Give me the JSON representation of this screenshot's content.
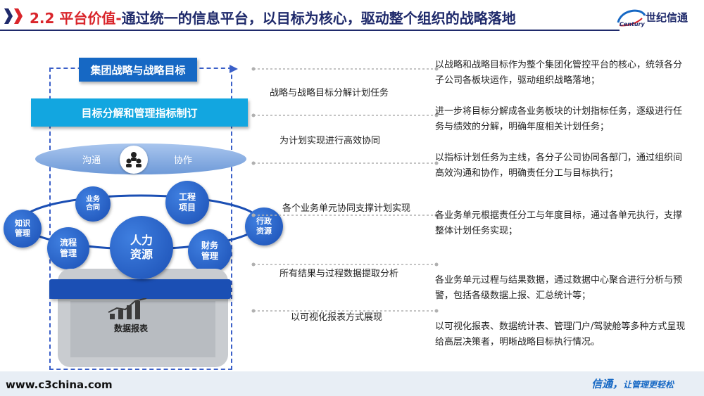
{
  "header": {
    "title_prefix": "2.2 平台价值-",
    "title_main": "通过统一的信息平台，以目标为核心，驱动整个组织的战略落地",
    "logo_text": "世纪信通",
    "logo_sub": "Century"
  },
  "diagram": {
    "bar_strategy": "集团战略与战略目标",
    "bar_decompose": "目标分解和管理指标制订",
    "comm": "沟通",
    "coop": "协作",
    "circles": {
      "knowledge": "知识\n管理",
      "business": "业务\n合同",
      "project": "工程\n项目",
      "admin": "行政\n资源",
      "process": "流程\n管理",
      "hr": "人力\n资源",
      "finance": "财务\n管理"
    },
    "report": "数据报表"
  },
  "middle": [
    "战略与战略目标分解计划任务",
    "为计划实现进行高效协同",
    "各个业务单元协同支撑计划实现",
    "所有结果与过程数据提取分析",
    "以可视化报表方式展现"
  ],
  "descriptions": [
    "以战略和战略目标作为整个集团化管控平台的核心，统领各分子公司各板块运作，驱动组织战略落地；",
    "进一步将目标分解成各业务板块的计划指标任务，逐级进行任务与绩效的分解，明确年度相关计划任务；",
    "以指标计划任务为主线，各分子公司协同各部门，通过组织间高效沟通和协作，明确责任分工与目标执行；",
    "各业务单元根据责任分工与年度目标，通过各单元执行，支撑整体计划任务实现；",
    "各业务单元过程与结果数据，通过数据中心聚合进行分析与预警，包括各级数据上报、汇总统计等；",
    "以可视化报表、数据统计表、管理门户/驾驶舱等多种方式呈现给高层决策者，明晰战略目标执行情况。"
  ],
  "footer": {
    "site": "www.c3china.com",
    "slogan_main": "信通，",
    "slogan_rest": "让管理更轻松"
  },
  "colors": {
    "navy": "#1f2a6b",
    "red": "#d9252b",
    "blue": "#1668c4",
    "cyan": "#12a6e0"
  }
}
